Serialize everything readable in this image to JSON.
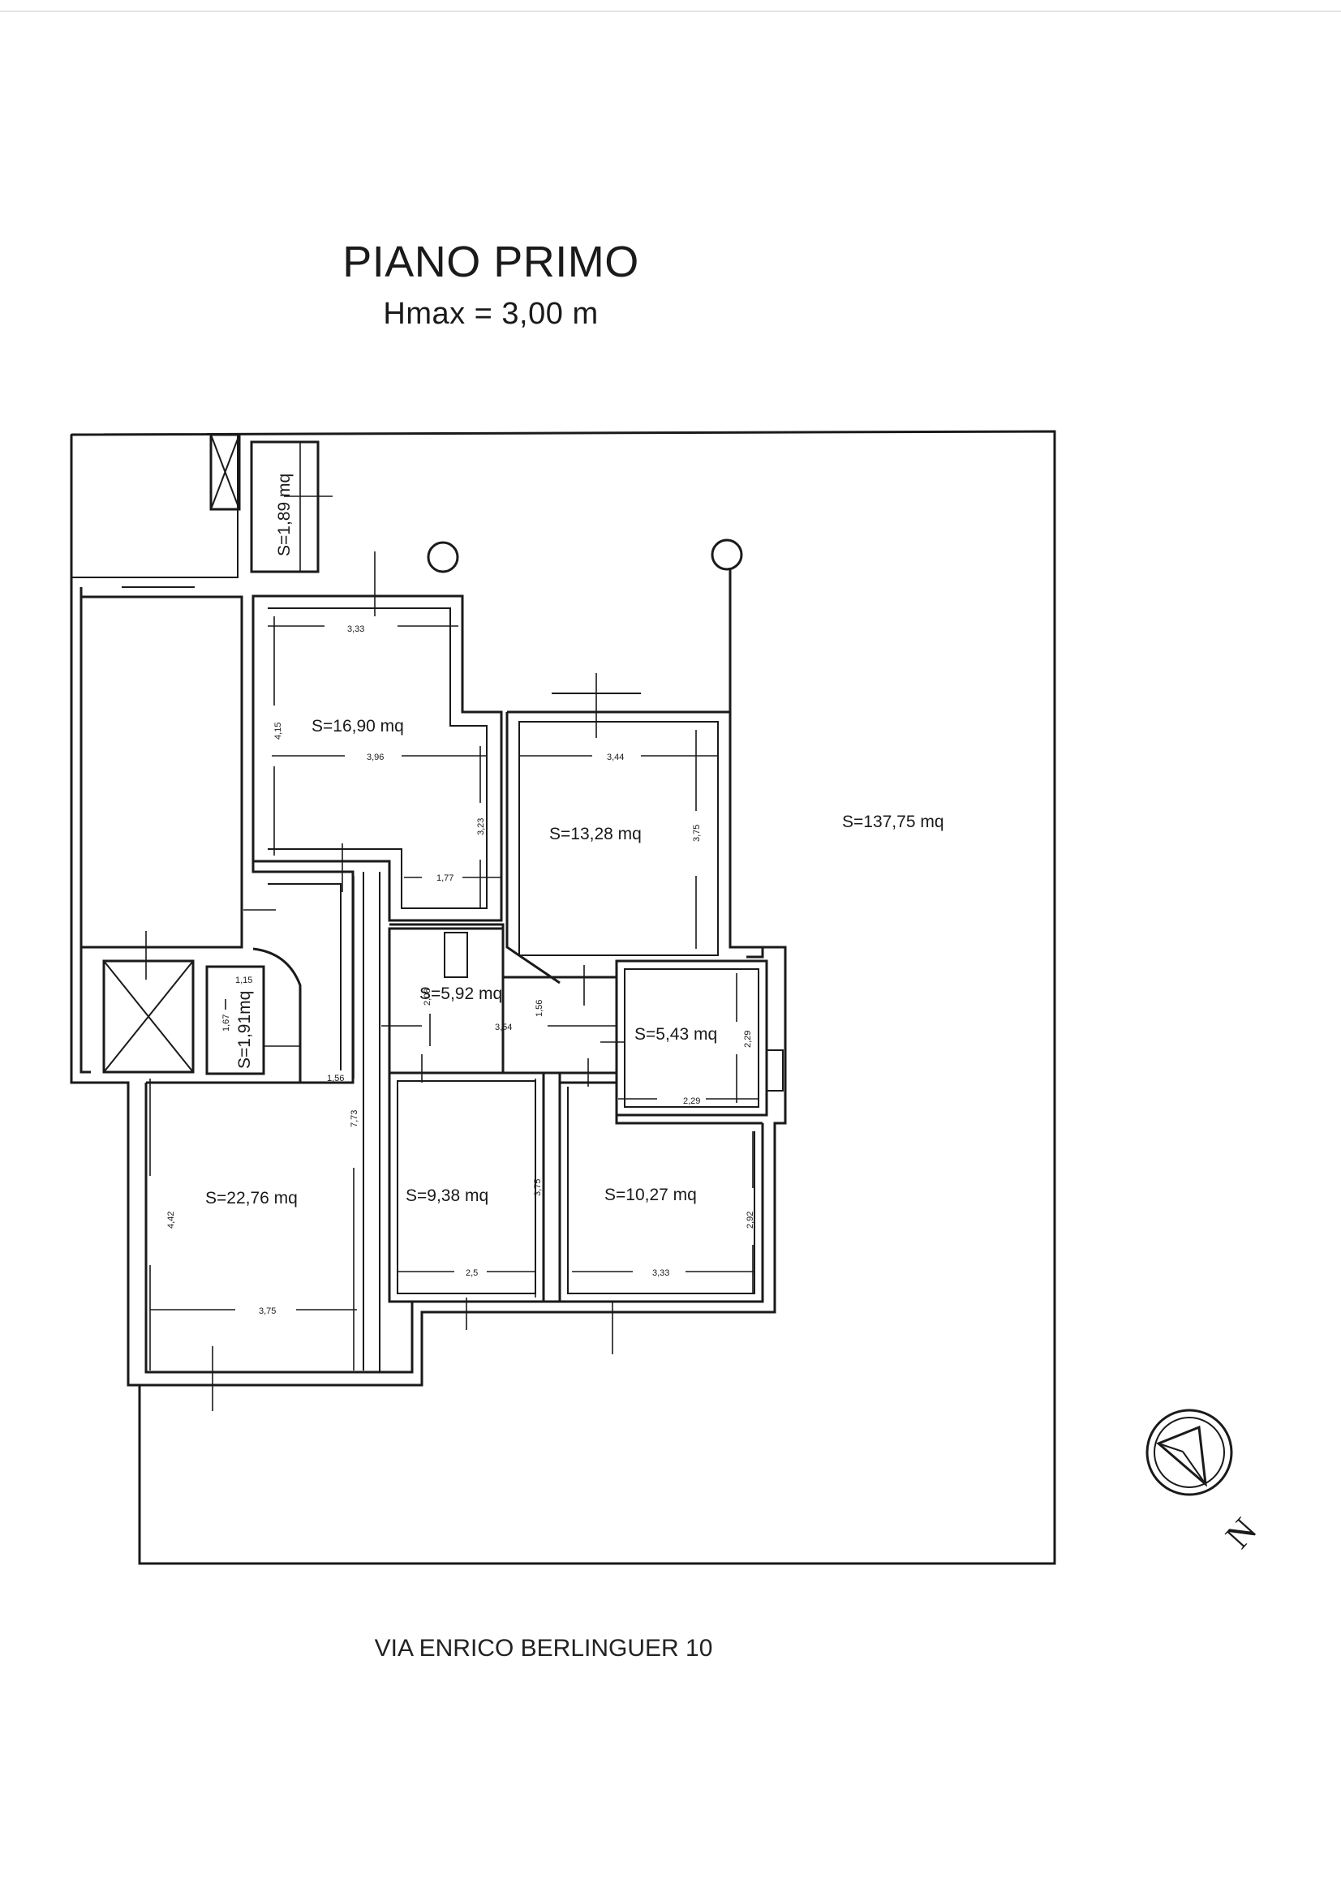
{
  "header": {
    "title": "PIANO PRIMO",
    "height_note": "Hmax = 3,00 m"
  },
  "address": "VIA ENRICO BERLINGUER 10",
  "rooms": {
    "storage_top": "S=1,89 mq",
    "room_a": "S=16,90 mq",
    "room_b": "S=13,28 mq",
    "garden": "S=137,75 mq",
    "hall": "S=5,92 mq",
    "bath_small": "S=1,91mq",
    "bath": "S=5,43 mq",
    "living": "S=22,76 mq",
    "room_c": "S=9,38 mq",
    "room_d": "S=10,27 mq"
  },
  "dimensions": {
    "a_width_top": "3,33",
    "a_height": "4,15",
    "a_width_mid": "3,96",
    "a_notch_height": "3,23",
    "a_notch_width": "1,77",
    "b_width": "3,44",
    "b_height": "3,75",
    "hall_height": "2,08",
    "hall_width": "3,54",
    "hall_small": "1,56",
    "small_bath_w": "1,15",
    "small_bath_h": "1,67",
    "bath_height": "2,29",
    "bath_width": "2,29",
    "corridor_width": "1,56",
    "corridor_length": "7,73",
    "living_height": "4,42",
    "living_width": "3,75",
    "c_height": "3,75",
    "c_width": "2,5",
    "d_height": "2,92",
    "d_width": "3,33"
  },
  "compass": {
    "label": "N"
  }
}
